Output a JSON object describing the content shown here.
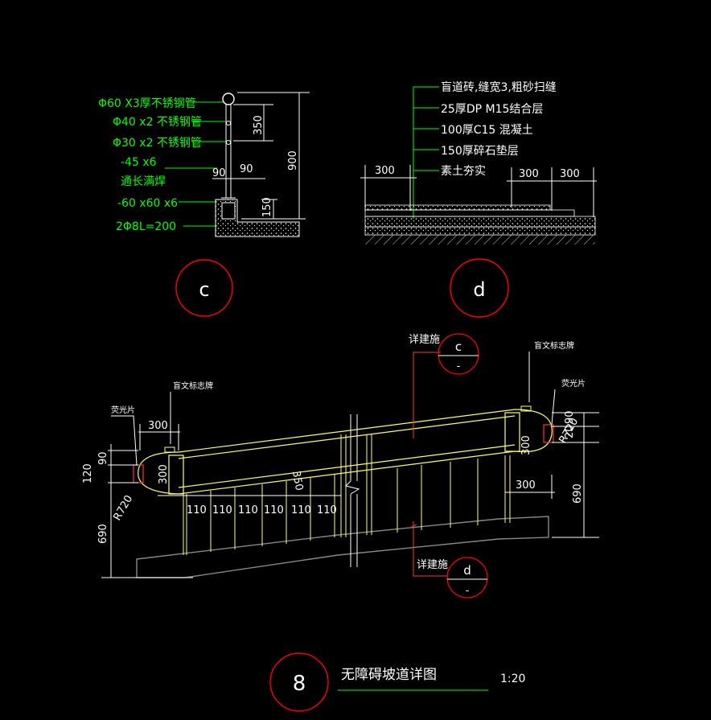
{
  "detail_c": {
    "labels": [
      "Φ60 X3厚不锈钢管",
      "Φ40 x2 不锈钢管",
      "Φ30 x2 不锈钢管",
      "-45 x6",
      "通长满焊",
      "-60 x60 x6",
      "2Φ8L=200"
    ],
    "dims": {
      "d350": "350",
      "d900": "900",
      "d90a": "90",
      "d90b": "90",
      "d150": "150"
    },
    "bubble": "c"
  },
  "detail_d": {
    "layers": [
      "盲道砖,缝宽3,粗砂扫缝",
      "25厚DP M15结合层",
      "100厚C15 混凝土",
      "150厚碎石垫层",
      "素土夯实"
    ],
    "dims": {
      "left300": "300",
      "right300a": "300",
      "right300b": "300"
    },
    "bubble": "d"
  },
  "elevation": {
    "dims": {
      "top300left": "300",
      "v300left": "300",
      "v350": "350",
      "r720left": "R720",
      "left120": "120",
      "left90": "90",
      "left690": "690",
      "bays": [
        "110",
        "110",
        "110",
        "110",
        "110",
        "110"
      ],
      "v300right": "300",
      "h300right": "300",
      "right90": "90",
      "right20": "20",
      "r720right": "R720",
      "right690": "690"
    },
    "labels": {
      "braille_left": "盲文标志牌",
      "reflector_left": "荧光片",
      "braille_right": "盲文标志牌",
      "reflector_right": "荧光片",
      "see_arch_top": "详建施",
      "see_arch_bottom": "详建施"
    },
    "refs": {
      "top": {
        "letter": "c",
        "sheet": "-"
      },
      "bottom": {
        "letter": "d",
        "sheet": "-"
      }
    }
  },
  "title_block": {
    "number": "8",
    "title": "无障碍坡道详图",
    "scale": "1:20"
  }
}
